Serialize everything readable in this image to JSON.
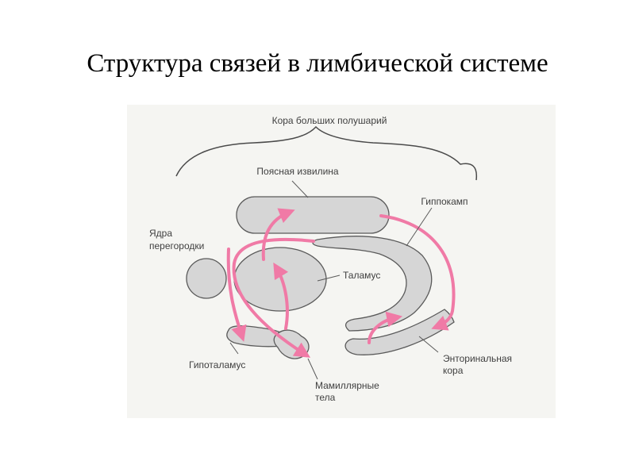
{
  "slide": {
    "title": "Структура связей в лимбической системе"
  },
  "diagram": {
    "labels": {
      "cortex": "Кора больших полушарий",
      "cingulate": "Поясная извилина",
      "hippocampus": "Гиппокамп",
      "septal_line1": "Ядра",
      "septal_line2": "перегородки",
      "thalamus": "Таламус",
      "hypothalamus": "Гипоталамус",
      "entorhinal_line1": "Энторинальная",
      "entorhinal_line2": "кора",
      "mamillary_line1": "Мамиллярные",
      "mamillary_line2": "тела"
    },
    "colors": {
      "background": "#f5f5f2",
      "structure_fill": "#d6d6d6",
      "outline": "#5a5a5a",
      "arrow": "#f07aa6"
    }
  }
}
